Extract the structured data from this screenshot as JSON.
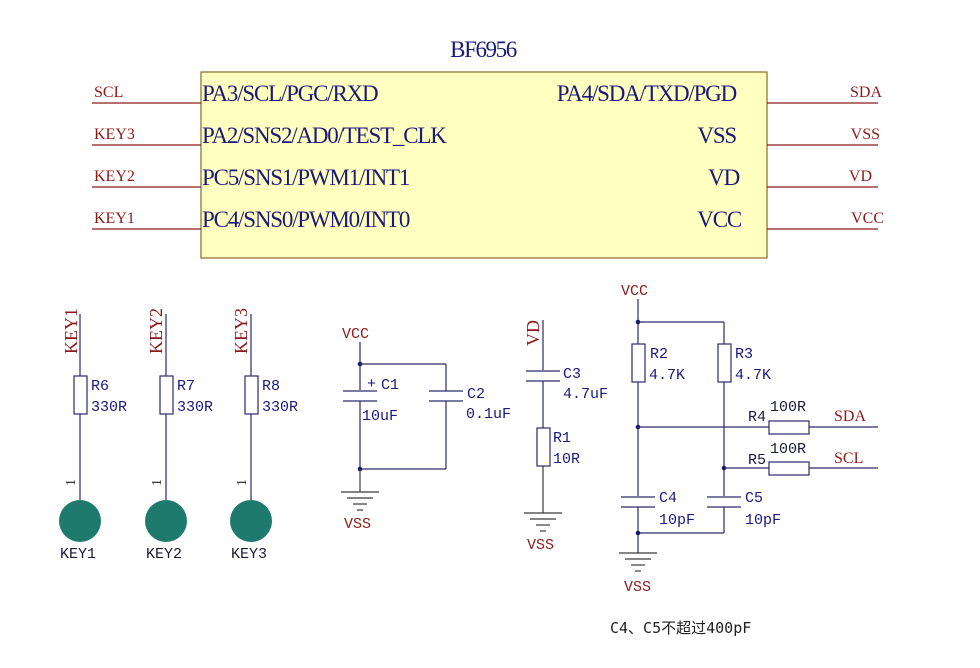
{
  "chip": {
    "name": "BF6956",
    "left_pins": [
      "PA3/SCL/PGC/RXD",
      "PA2/SNS2/AD0/TEST_CLK",
      "PC5/SNS1/PWM1/INT1",
      "PC4/SNS0/PWM0/INT0"
    ],
    "right_pins": [
      "PA4/SDA/TXD/PGD",
      "VSS",
      "VD",
      "VCC"
    ],
    "left_nets": [
      "SCL",
      "KEY3",
      "KEY2",
      "KEY1"
    ],
    "right_nets": [
      "SDA",
      "VSS",
      "VD",
      "VCC"
    ],
    "fill": "#ffffc0"
  },
  "keys": [
    {
      "net": "KEY1",
      "ref": "R6",
      "value": "330R",
      "pin": "1",
      "label": "KEY1"
    },
    {
      "net": "KEY2",
      "ref": "R7",
      "value": "330R",
      "pin": "1",
      "label": "KEY2"
    },
    {
      "net": "KEY3",
      "ref": "R8",
      "value": "330R",
      "pin": "1",
      "label": "KEY3"
    }
  ],
  "key_pad_color": "#1f7a6e",
  "decoupling": {
    "vcc": "VCC",
    "vss": "VSS",
    "c1_ref": "C1",
    "c1_value": "10uF",
    "c1_polarity": "+",
    "c2_ref": "C2",
    "c2_value": "0.1uF"
  },
  "vd_filter": {
    "vd": "VD",
    "c3_ref": "C3",
    "c3_value": "4.7uF",
    "r1_ref": "R1",
    "r1_value": "10R",
    "vss": "VSS"
  },
  "i2c": {
    "vcc": "VCC",
    "r2_ref": "R2",
    "r2_value": "4.7K",
    "r3_ref": "R3",
    "r3_value": "4.7K",
    "r4_ref": "R4",
    "r4_value": "100R",
    "r5_ref": "R5",
    "r5_value": "100R",
    "sda": "SDA",
    "scl": "SCL",
    "c4_ref": "C4",
    "c4_value": "10pF",
    "c5_ref": "C5",
    "c5_value": "10pF",
    "vss": "VSS"
  },
  "note": "C4、C5不超过400pF"
}
